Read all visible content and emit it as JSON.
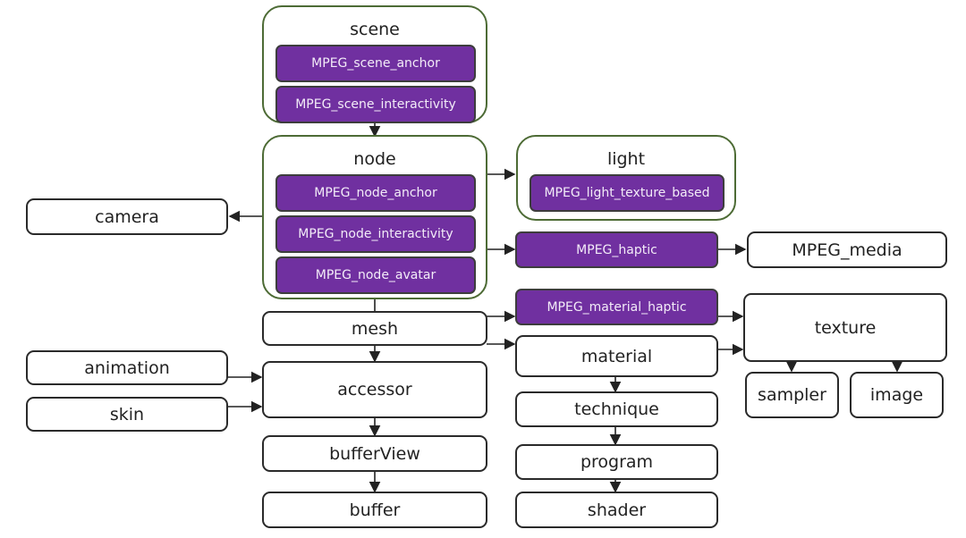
{
  "colors": {
    "extension_fill": "#7030A0",
    "group_border": "#4D6B35",
    "box_border": "#2A2A2A"
  },
  "groups": {
    "scene": {
      "title": "scene",
      "extensions": [
        "MPEG_scene_anchor",
        "MPEG_scene_interactivity"
      ]
    },
    "node": {
      "title": "node",
      "extensions": [
        "MPEG_node_anchor",
        "MPEG_node_interactivity",
        "MPEG_node_avatar"
      ]
    },
    "light": {
      "title": "light",
      "extensions": [
        "MPEG_light_texture_based"
      ]
    }
  },
  "nodes": {
    "camera": "camera",
    "mpeg_haptic": "MPEG_haptic",
    "mpeg_media": "MPEG_media",
    "mpeg_material_haptic": "MPEG_material_haptic",
    "mesh": "mesh",
    "material": "material",
    "texture": "texture",
    "animation": "animation",
    "skin": "skin",
    "accessor": "accessor",
    "sampler": "sampler",
    "image": "image",
    "technique": "technique",
    "bufferView": "bufferView",
    "program": "program",
    "buffer": "buffer",
    "shader": "shader"
  },
  "edges": [
    [
      "scene",
      "node"
    ],
    [
      "node",
      "light"
    ],
    [
      "node",
      "camera"
    ],
    [
      "node",
      "mpeg_haptic"
    ],
    [
      "mpeg_haptic",
      "mpeg_media"
    ],
    [
      "node",
      "mesh"
    ],
    [
      "mesh",
      "mpeg_material_haptic"
    ],
    [
      "mesh",
      "material"
    ],
    [
      "mpeg_material_haptic",
      "texture"
    ],
    [
      "material",
      "texture"
    ],
    [
      "texture",
      "sampler"
    ],
    [
      "texture",
      "image"
    ],
    [
      "mesh",
      "accessor"
    ],
    [
      "animation",
      "accessor"
    ],
    [
      "skin",
      "accessor"
    ],
    [
      "accessor",
      "bufferView"
    ],
    [
      "bufferView",
      "buffer"
    ],
    [
      "material",
      "technique"
    ],
    [
      "technique",
      "program"
    ],
    [
      "program",
      "shader"
    ]
  ]
}
